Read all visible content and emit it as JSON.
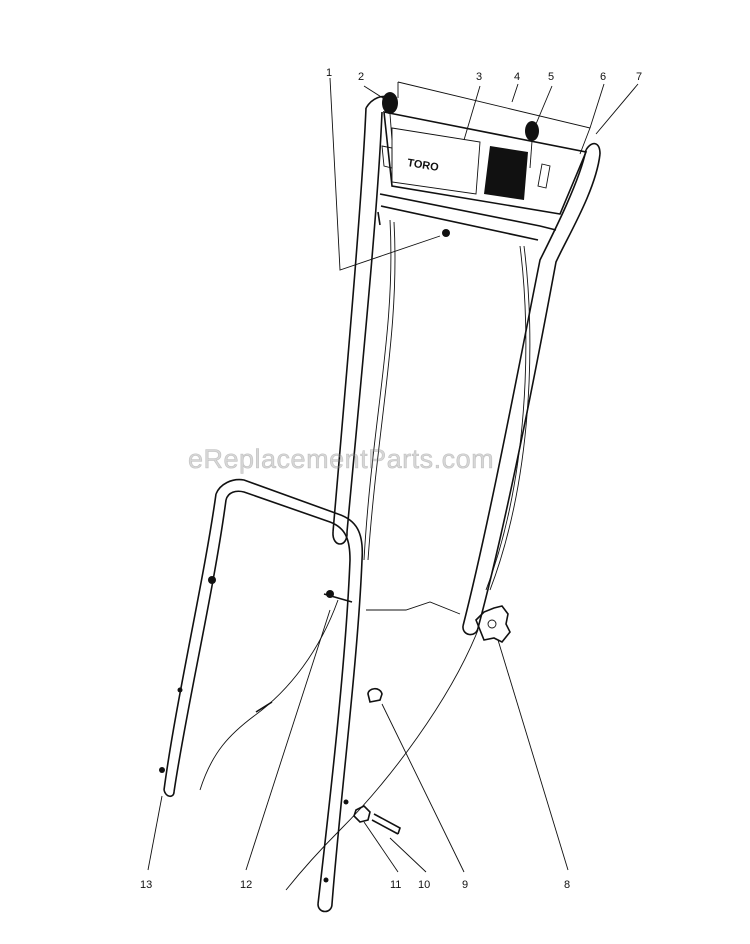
{
  "watermark": "eReplacementParts.com",
  "panel": {
    "brand_label": "TORO"
  },
  "callouts": [
    "1",
    "2",
    "3",
    "4",
    "5",
    "6",
    "7",
    "8",
    "9",
    "10",
    "11",
    "12",
    "13"
  ],
  "colors": {
    "ink": "#111111",
    "background": "#ffffff"
  }
}
